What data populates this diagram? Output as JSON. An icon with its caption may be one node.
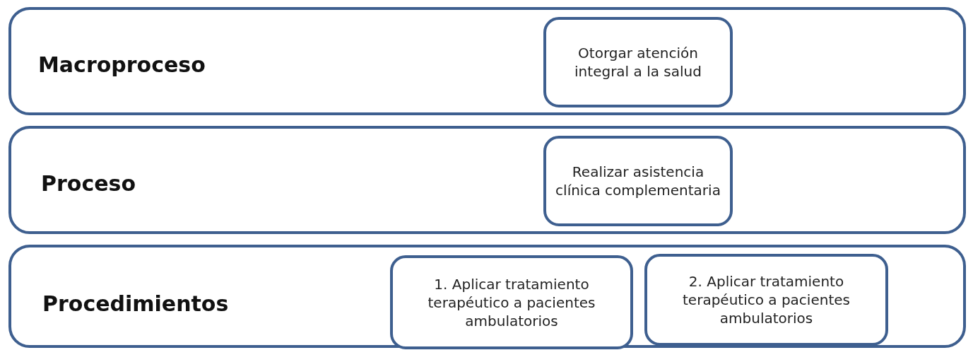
{
  "diagram": {
    "nodes": [
      {
        "text": [
          "Macroproceso"
        ]
      },
      {
        "text": [
          "Otorgar atención integral a la salud"
        ],
        "in": 0
      },
      {
        "text": [
          "Proceso"
        ]
      },
      {
        "text": [
          "Realizar asistencia clínica complementaria"
        ],
        "in": 2
      },
      {
        "text": [
          "Procedimientos"
        ]
      },
      {
        "text": [
          "1. Aplicar tratamiento terapéutico a pacientes ambulatorios"
        ],
        "in": 4
      },
      {
        "text": [
          "2. Aplicar tratamiento terapéutico a pacientes ambulatorios"
        ],
        "in": 4
      }
    ]
  }
}
